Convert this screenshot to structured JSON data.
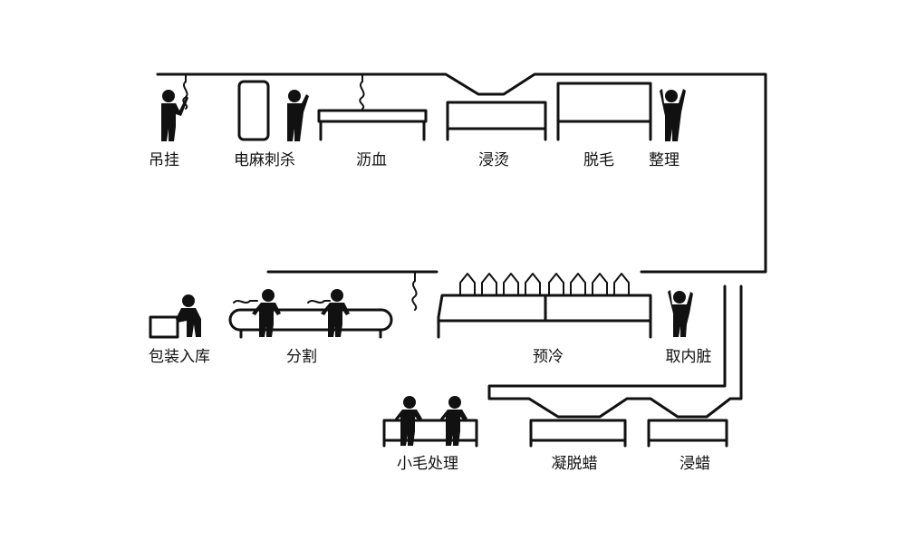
{
  "colors": {
    "ink": "#111111",
    "background": "#ffffff"
  },
  "steps": {
    "hang": "吊挂",
    "stun_kill": "电麻刺杀",
    "bleed": "沥血",
    "scald": "浸烫",
    "dehair": "脱毛",
    "trim": "整理",
    "evisc": "取内脏",
    "precool": "预冷",
    "cut": "分割",
    "pack": "包装入库",
    "wax_dip": "浸蜡",
    "wax_set": "凝脱蜡",
    "fine_hair": "小毛处理"
  }
}
